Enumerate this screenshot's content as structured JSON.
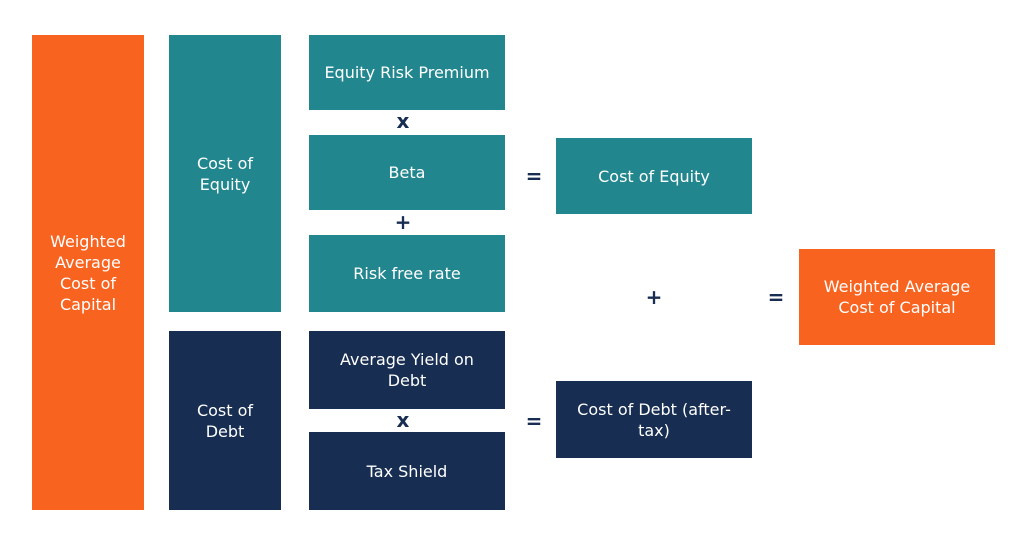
{
  "colors": {
    "orange": "#f96320",
    "teal": "#22868f",
    "navy": "#172d51"
  },
  "wacc_label": "Weighted\nAverage\nCost of\nCapital",
  "equity_group": {
    "label": "Cost of\nEquity",
    "components": [
      "Equity Risk Premium",
      "Beta",
      "Risk free rate"
    ],
    "ops": [
      "x",
      "+"
    ],
    "equals": "=",
    "result": "Cost of Equity"
  },
  "debt_group": {
    "label": "Cost of\nDebt",
    "components": [
      "Average Yield on\nDebt",
      "Tax Shield"
    ],
    "ops": [
      "x"
    ],
    "equals": "=",
    "result": "Cost of Debt (after-\ntax)"
  },
  "combine": {
    "plus": "+",
    "equals": "=",
    "result": "Weighted Average\nCost of Capital"
  }
}
